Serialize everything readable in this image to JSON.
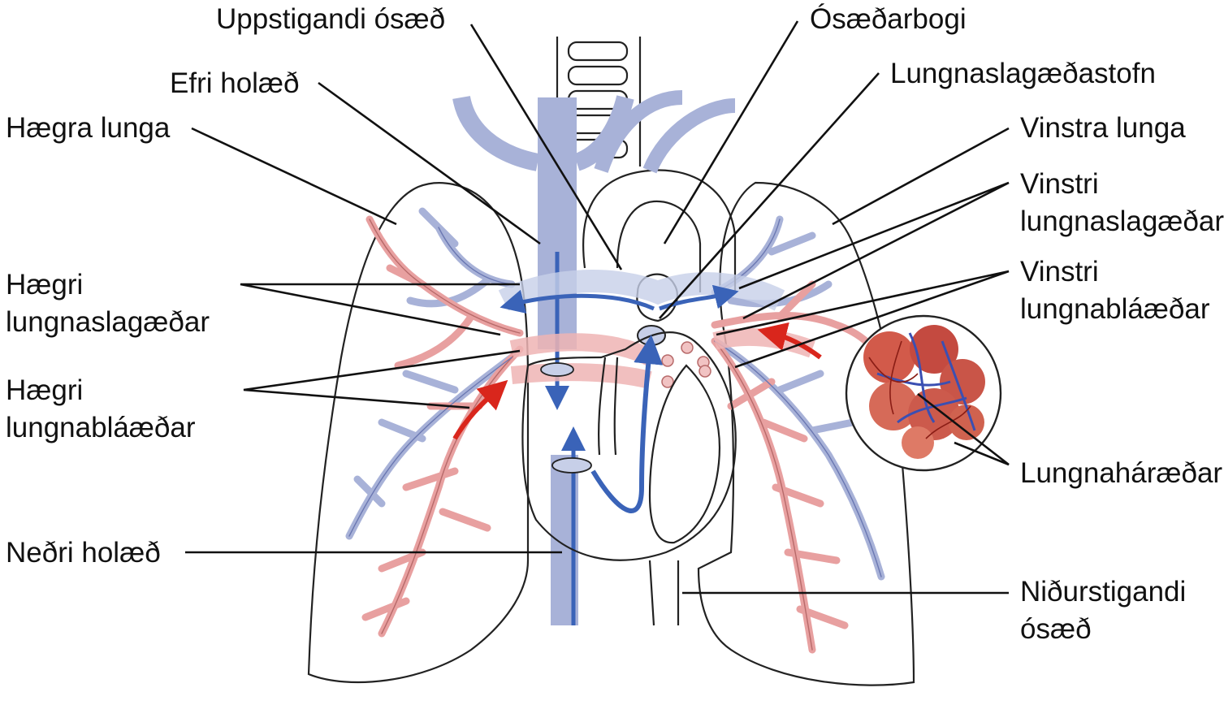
{
  "labels": {
    "uppstigandi": "Uppstigandi ósæð",
    "osaedarbogi": "Ósæðarbogi",
    "efri_holaed": "Efri holæð",
    "lungnaslagaedastofn": "Lungnaslagæðastofn",
    "haegra_lunga": "Hægra lunga",
    "vinstra_lunga": "Vinstra lunga",
    "vinstri_lungnaslagaedar": [
      "Vinstri",
      "lungnaslagæðar"
    ],
    "haegri_lungnaslagaedar": [
      "Hægri",
      "lungnaslagæðar"
    ],
    "vinstri_lungnablaaedar": [
      "Vinstri",
      "lungnabláæðar"
    ],
    "haegri_lungnablaaedar": [
      "Hægri",
      "lungnabláæðar"
    ],
    "lungnaharaedar": "Lungnaháræðar",
    "nedri_holaed": "Neðri holæð",
    "nidurstigandi": [
      "Niðurstigandi",
      "ósæð"
    ]
  },
  "colors": {
    "vein": "#a8b2d8",
    "vein_flow": "#3a63b8",
    "artery": "#e8a0a0",
    "artery_flow": "#d9261c",
    "outline": "#222222"
  }
}
